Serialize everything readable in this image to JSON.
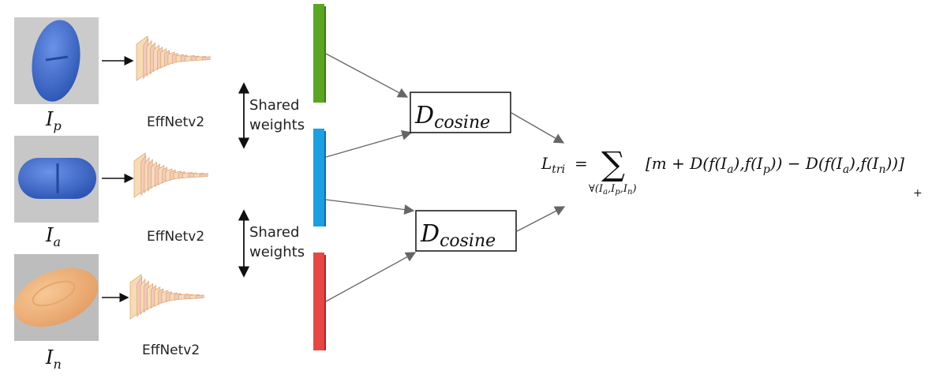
{
  "inputs": [
    {
      "label_main": "I",
      "label_sub": "p",
      "pill_color": "#3b66c4",
      "bg_color": "#c9c9c9"
    },
    {
      "label_main": "I",
      "label_sub": "a",
      "pill_color": "#3a66c8",
      "bg_color": "#c4c4c4"
    },
    {
      "label_main": "I",
      "label_sub": "n",
      "pill_color": "#f0b27c",
      "bg_color": "#b9b9b9"
    }
  ],
  "network_label": "EffNetv2",
  "shared": {
    "line1": "Shared",
    "line2": "weights"
  },
  "embedding_colors": [
    "#5aa622",
    "#1aa0e3",
    "#e84545"
  ],
  "distance": {
    "main": "D",
    "sub": "cosine"
  },
  "loss": {
    "lhs_main": "L",
    "lhs_sub": "tri",
    "equals": "=",
    "sum_symbol": "∑",
    "sum_under": "∀(I",
    "sum_under_a": "a",
    "sum_under_p": "p",
    "sum_under_n": "n",
    "bracket_expr": "[m + D(f(I",
    "plus_sign": "+"
  }
}
